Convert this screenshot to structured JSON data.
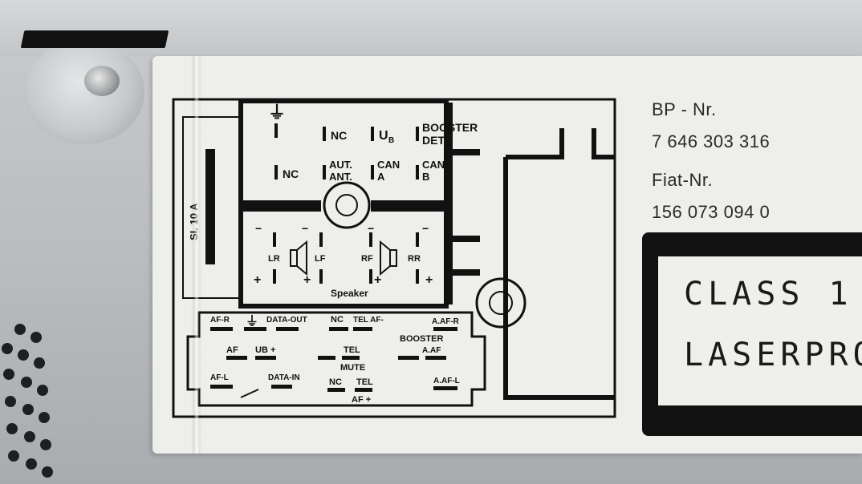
{
  "label": {
    "bp_label": "BP - Nr.",
    "bp_number": "7 646 303 316",
    "fiat_label": "Fiat-Nr.",
    "fiat_number": "156 073 094 0",
    "laser_line1": "CLASS 1",
    "laser_line2": "LASERPRO"
  },
  "diagram": {
    "fuse": "SI. 10 A",
    "ground_symbol": "⏚",
    "pins_top": {
      "nc": "NC",
      "ub": "U",
      "ub_sub": "B",
      "booster_det_1": "BOOSTER",
      "booster_det_2": "DET",
      "nc2": "NC",
      "aut_ant_1": "AUT.",
      "aut_ant_2": "ANT.",
      "can_a_1": "CAN",
      "can_a_2": "A",
      "can_b_1": "CAN",
      "can_b_2": "B"
    },
    "speaker": {
      "lr": "LR",
      "lf": "LF",
      "rf": "RF",
      "rr": "RR",
      "caption": "Speaker",
      "minus": "−",
      "plus": "+"
    },
    "bottom": {
      "af_r": "AF-R",
      "data_out": "DATA-OUT",
      "nc_a": "NC",
      "tel_af": "TEL AF-",
      "a_af_r": "A.AF-R",
      "af_gnd": "AF",
      "ub_plus": "UB +",
      "tel": "TEL",
      "mute": "MUTE",
      "booster": "BOOSTER",
      "a_af": "A.AF",
      "af_l": "AF-L",
      "data_in": "DATA-IN",
      "nc_b": "NC",
      "tel_b": "TEL",
      "af_plus": "AF +",
      "a_af_l": "A.AF-L"
    }
  }
}
